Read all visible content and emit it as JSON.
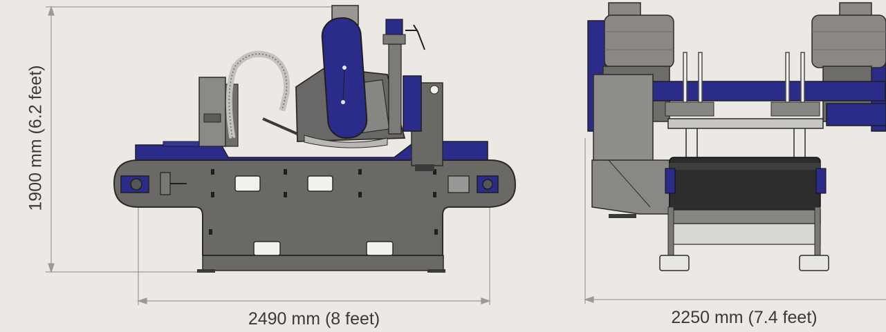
{
  "dimensions": {
    "height": "1900 mm (6.2 feet)",
    "front_width": "2490 mm (8 feet)",
    "side_width": "2250 mm (7.4 feet)"
  },
  "colors": {
    "background": "#ece9e4",
    "steel": "#6b6966",
    "steel_dark": "#4f4d4a",
    "blue": "#2b2b8a",
    "motor": "#8a8784",
    "belt": "#2d2d2d",
    "dimension_line": "#9a9a9a"
  }
}
